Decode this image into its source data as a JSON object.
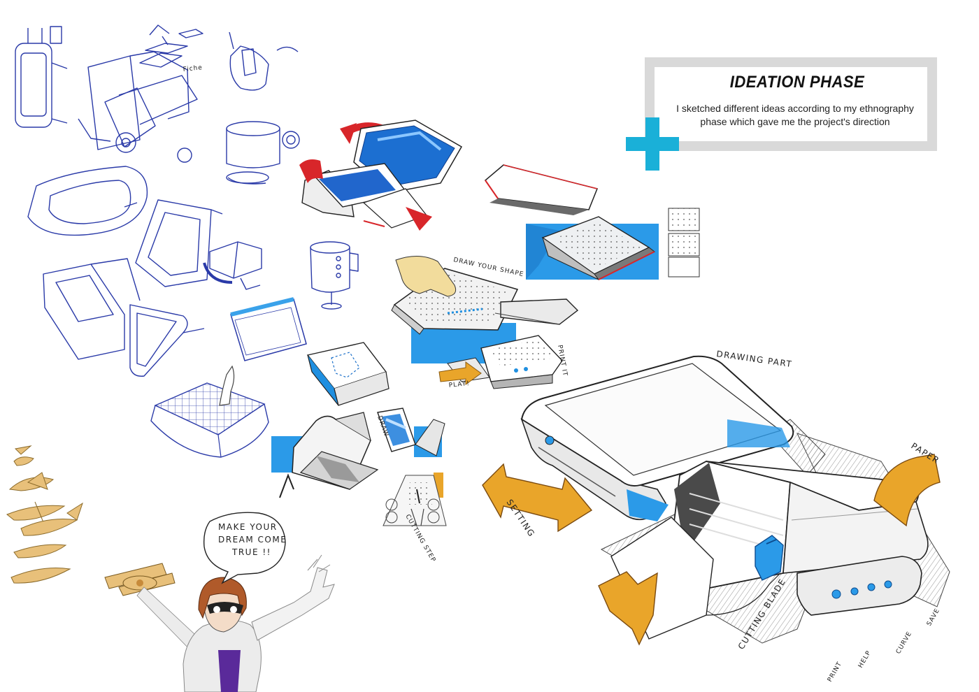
{
  "header": {
    "title": "IDEATION PHASE",
    "description": "I sketched different ideas according to my ethnography phase which gave me the project's direction"
  },
  "annotations": {
    "draw_your_shape": "DRAW YOUR SHAPE",
    "print_it": "PRINT IT",
    "play": "PLAY!",
    "draw": "DRAW",
    "cutting_step": "CUTTING STEP",
    "drawing_part": "DRAWING PART",
    "paper": "PAPER",
    "setting": "SETTING",
    "cutting_blade": "CUTTING BLADE",
    "print": "PRINT",
    "help": "HELP",
    "curve": "CURVE",
    "save": "SAVE",
    "speech_line1": "MAKE YOUR",
    "speech_line2": "DREAM COME",
    "speech_line3": "TRUE !!",
    "fiche": "Fiche"
  },
  "colors": {
    "accent": "#1ab0d8",
    "frame": "#d9d9d9",
    "ink_blue": "#2a3aa8",
    "marker_blue": "#1f8fe0",
    "marker_red": "#d8262a",
    "marker_orange": "#e9a52a",
    "tan": "#e0b86a"
  },
  "icons": {
    "plus": "plus-icon"
  }
}
